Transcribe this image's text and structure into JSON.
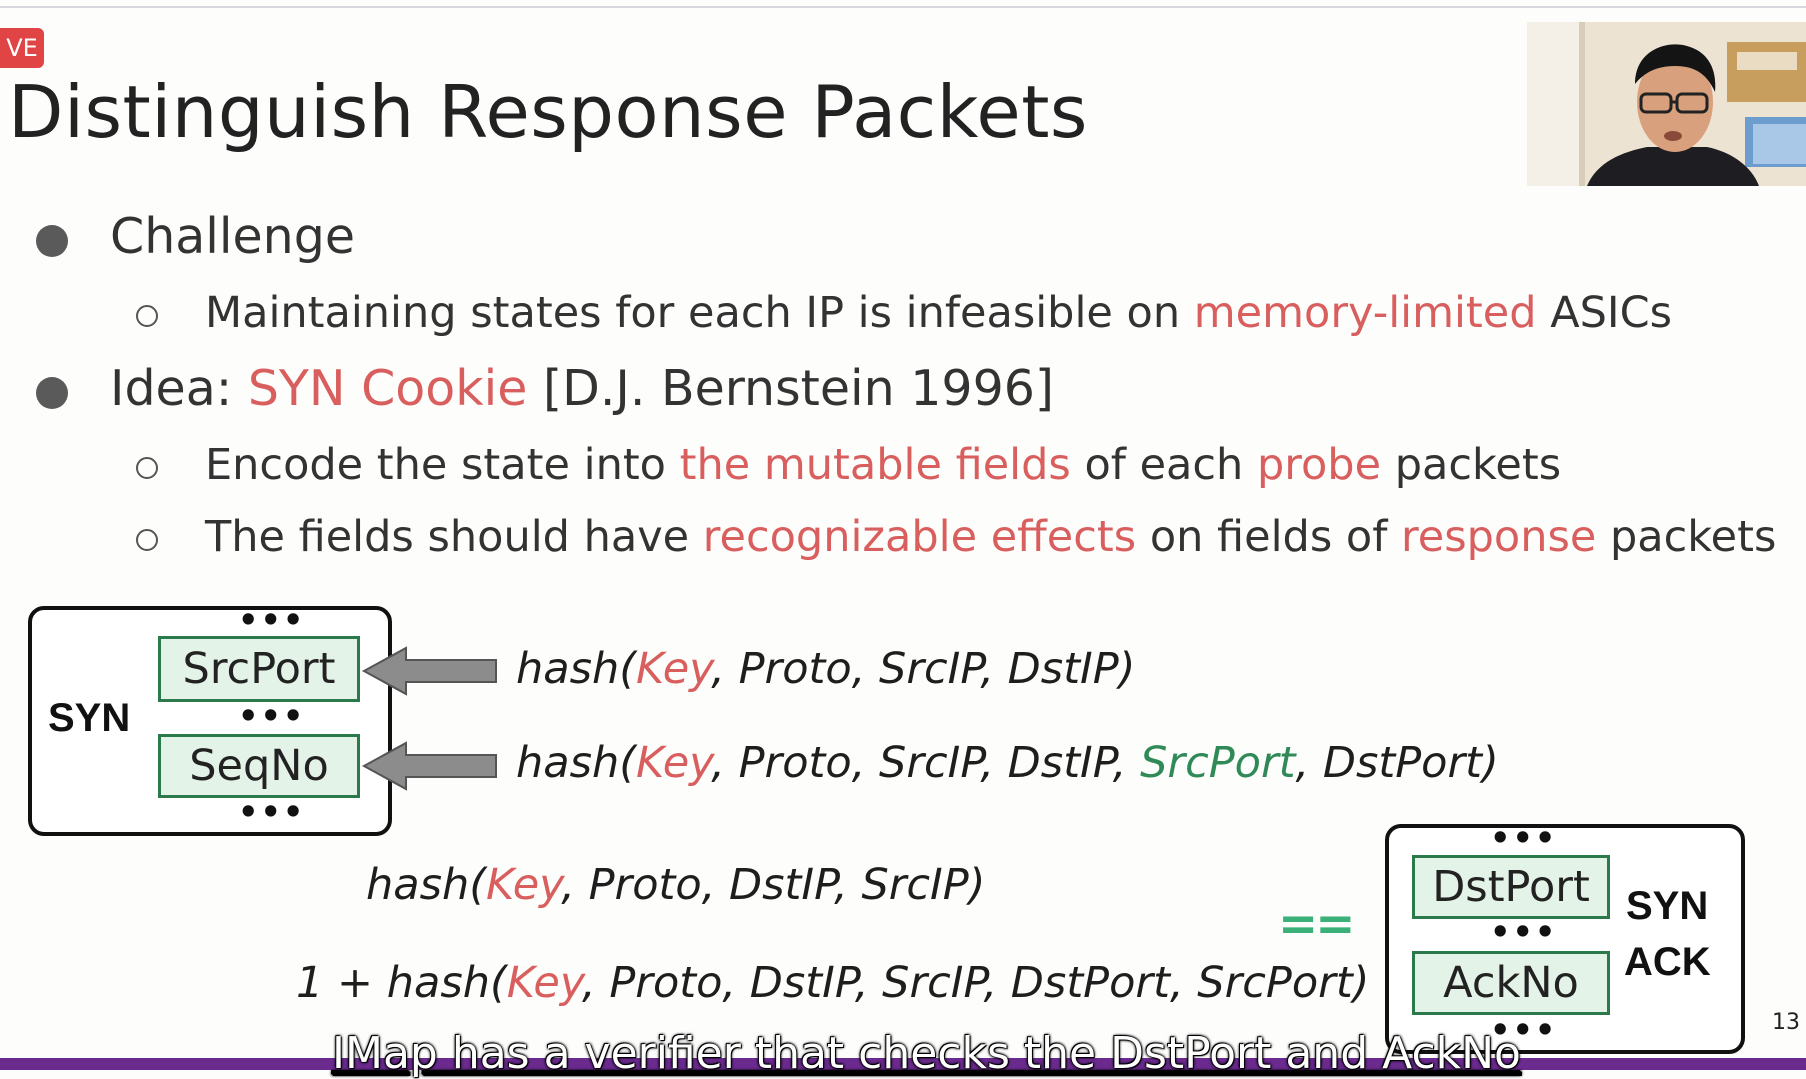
{
  "live_badge": "VE",
  "slide": {
    "title": "Distinguish Response Packets",
    "page_number": "13",
    "bullets": [
      {
        "text_parts": [
          "Challenge"
        ],
        "subs": [
          {
            "parts": [
              "Maintaining states for each IP is infeasible on ",
              "memory-limited",
              " ASICs"
            ]
          }
        ]
      },
      {
        "text_parts": [
          "Idea: ",
          "SYN Cookie",
          " [D.J. Bernstein 1996]"
        ],
        "subs": [
          {
            "parts": [
              "Encode the state into ",
              "the mutable fields",
              " of each ",
              "probe",
              " packets"
            ]
          },
          {
            "parts": [
              "The fields should have ",
              "recognizable effects",
              " on fields of ",
              "response",
              " packets"
            ]
          }
        ]
      }
    ],
    "syn_packet": {
      "label": "SYN",
      "fields": [
        "SrcPort",
        "SeqNo"
      ],
      "ellipsis": "•••"
    },
    "syn_formulas": [
      {
        "prefix": "hash(",
        "key": "Key",
        "rest": ", Proto, SrcIP, DstIP)"
      },
      {
        "prefix": "hash(",
        "key": "Key",
        "mid": ", Proto, SrcIP, DstIP, ",
        "green": "SrcPort",
        "rest": ", DstPort)"
      }
    ],
    "synack_formulas": [
      {
        "prefix": "hash(",
        "key": "Key",
        "rest": ", Proto, DstIP, SrcIP)"
      },
      {
        "prefix": "1 + hash(",
        "key": "Key",
        "rest": ", Proto, DstIP, SrcIP, DstPort, SrcPort)"
      }
    ],
    "equals": "==",
    "synack_packet": {
      "label_line1": "SYN",
      "label_line2": "ACK",
      "fields": [
        "DstPort",
        "AckNo"
      ],
      "ellipsis": "•••"
    }
  },
  "caption": "IMap has a verifier that checks the DstPort and AckNo",
  "colors": {
    "accent_red": "#d95f5f",
    "accent_green": "#2f8a57",
    "field_fill": "#e3f3e7",
    "bar": "#6a2a8e"
  }
}
